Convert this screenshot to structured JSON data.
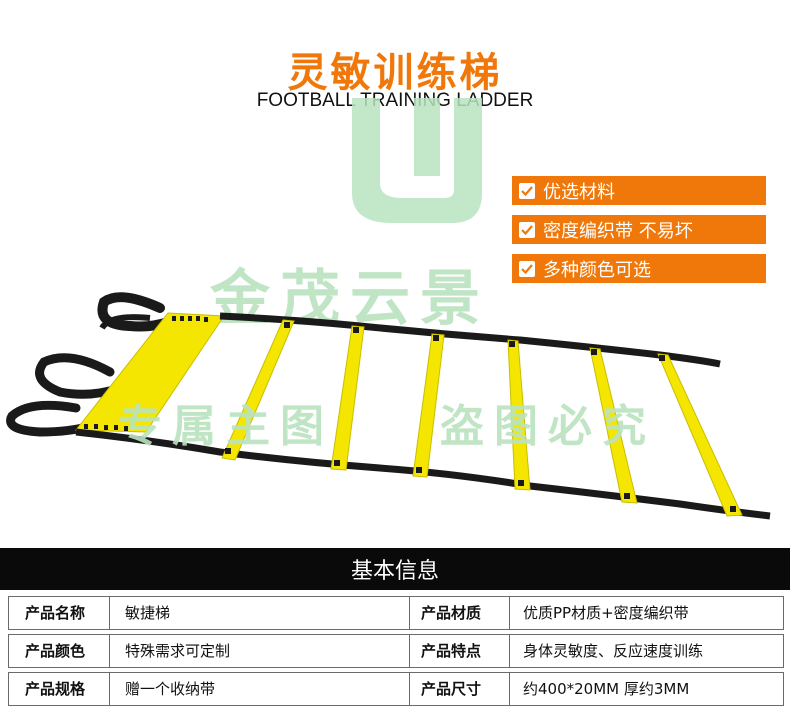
{
  "title_cn": "灵敏训练梯",
  "title_en": "FOOTBALL TRAINING LADDER",
  "watermark": {
    "brand": "金茂云景",
    "slogan_left": "专属主图",
    "slogan_right": "盗图必究"
  },
  "features": [
    "优选材料",
    "密度编织带 不易坏",
    "多种颜色可选"
  ],
  "info_header": "基本信息",
  "info_rows": [
    {
      "label1": "产品名称",
      "value1": "敏捷梯",
      "label2": "产品材质",
      "value2": "优质PP材质+密度编织带"
    },
    {
      "label1": "产品颜色",
      "value1": "特殊需求可定制",
      "label2": "产品特点",
      "value2": "身体灵敏度、反应速度训练"
    },
    {
      "label1": "产品规格",
      "value1": "赠一个收纳带",
      "label2": "产品尺寸",
      "value2": "约400*20MM 厚约3MM"
    }
  ],
  "colors": {
    "accent": "#f0780a",
    "rung": "#f4e600",
    "strap": "#1a1a1a",
    "watermark": "#b9e3bf",
    "header_bg": "#0a0a0a"
  },
  "icons": [
    "check-icon",
    "watermark-logo-icon"
  ]
}
